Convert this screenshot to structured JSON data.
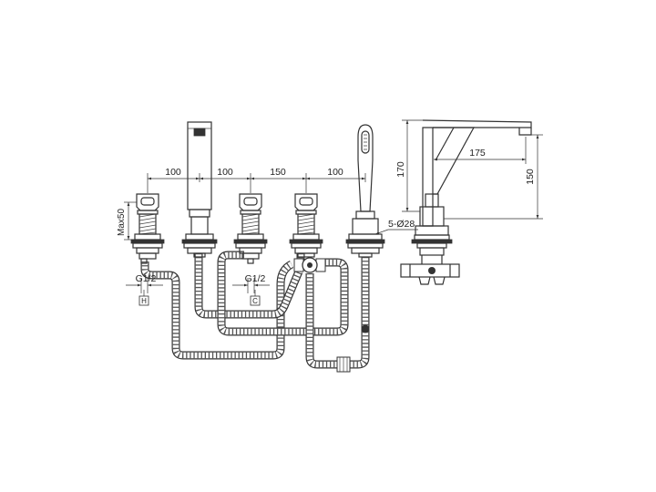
{
  "dimensions": {
    "spacing": [
      "100",
      "100",
      "150",
      "100"
    ],
    "height_max": "Max50",
    "thread_left": "G1/2",
    "thread_right": "G1/2",
    "side_height": "170",
    "side_reach": "175",
    "side_spout_height": "150",
    "holes": "5-Ø28"
  },
  "markers": {
    "hot": "H",
    "cold": "C"
  }
}
